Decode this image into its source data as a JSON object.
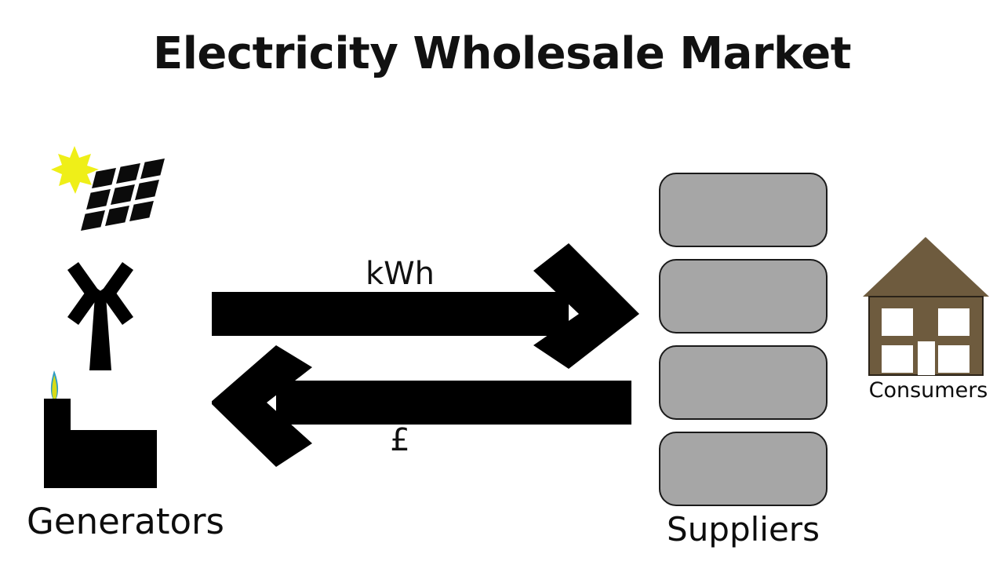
{
  "slide": {
    "title": "Electricity Wholesale Market",
    "background_color": "#FFFFFF"
  },
  "colors": {
    "arrow": "#000000",
    "supplier_fill": "#A6A6A6",
    "supplier_stroke": "#1A1A1A",
    "house_body": "#6E5B3E",
    "house_window": "#FFFFFF",
    "sun": "#EFEF18",
    "flame_outer": "#2E9BC4",
    "flame_inner": "#D7DB16",
    "icon_black": "#000000",
    "text": "#111111"
  },
  "generators": {
    "label": "Generators",
    "icons": [
      {
        "name": "solar-panel-icon",
        "title": "Solar panel"
      },
      {
        "name": "wind-turbine-icon",
        "title": "Wind turbine"
      },
      {
        "name": "power-plant-icon",
        "title": "Power plant"
      }
    ]
  },
  "flows": [
    {
      "name": "energy-flow",
      "label": "kWh",
      "direction": "right",
      "from": "Generators",
      "to": "Suppliers",
      "label_position": "above"
    },
    {
      "name": "payment-flow",
      "label": "£",
      "direction": "left",
      "from": "Suppliers",
      "to": "Generators",
      "label_position": "below"
    }
  ],
  "suppliers": {
    "label": "Suppliers",
    "count": 4,
    "boxes": [
      {
        "name": "supplier-box-1"
      },
      {
        "name": "supplier-box-2"
      },
      {
        "name": "supplier-box-3"
      },
      {
        "name": "supplier-box-4"
      }
    ]
  },
  "consumers": {
    "label": "Consumers",
    "icon": {
      "name": "house-icon",
      "title": "House"
    },
    "windows": 4,
    "doors": 1
  }
}
